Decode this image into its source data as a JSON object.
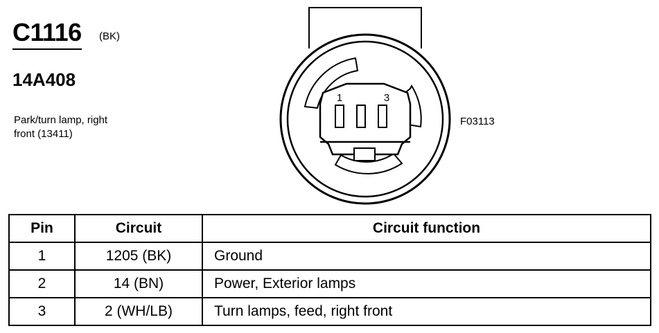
{
  "header": {
    "connector_id": "C1116",
    "color_code": "(BK)",
    "part_number": "14A408",
    "description_line1": "Park/turn lamp, right",
    "description_line2": "front (13411)",
    "figure_ref": "F03113"
  },
  "connector": {
    "pin_label_left": "1",
    "pin_label_right": "3"
  },
  "table": {
    "headers": [
      "Pin",
      "Circuit",
      "Circuit function"
    ],
    "rows": [
      {
        "pin": "1",
        "circuit": "1205 (BK)",
        "function": "Ground"
      },
      {
        "pin": "2",
        "circuit": "14 (BN)",
        "function": "Power, Exterior lamps"
      },
      {
        "pin": "3",
        "circuit": "2 (WH/LB)",
        "function": "Turn lamps, feed, right front"
      }
    ]
  }
}
